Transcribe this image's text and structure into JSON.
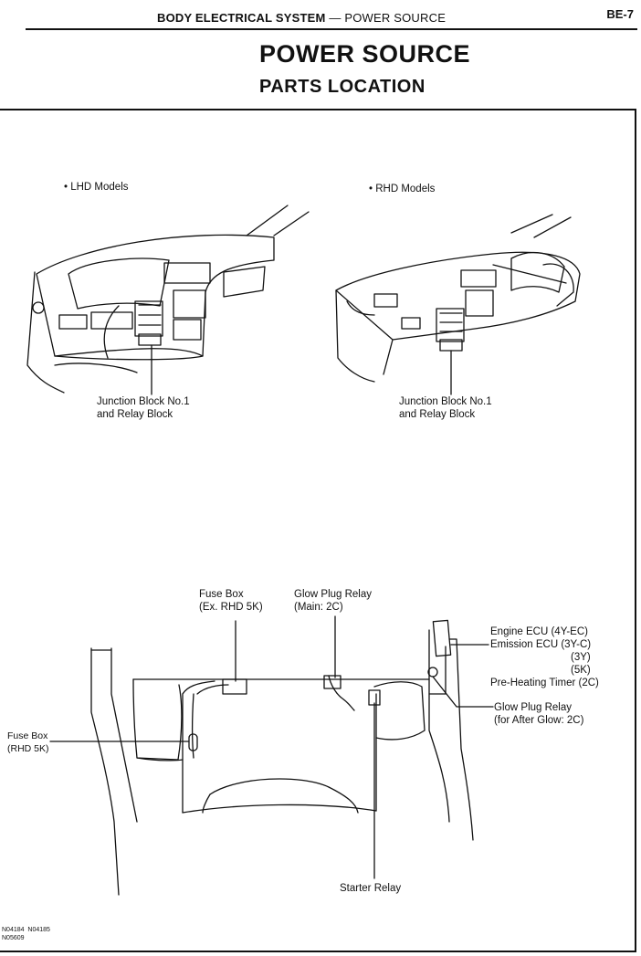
{
  "header": {
    "section": "BODY ELECTRICAL SYSTEM",
    "dash": "—",
    "subsection": "POWER SOURCE",
    "page": "BE-7"
  },
  "title": "POWER SOURCE",
  "subtitle": "PARTS LOCATION",
  "upper": {
    "lhd_label": "• LHD Models",
    "rhd_label": "• RHD Models",
    "lhd_callout": [
      "Junction Block No.1",
      "and Relay Block"
    ],
    "rhd_callout": [
      "Junction Block No.1",
      "and Relay Block"
    ]
  },
  "lower": {
    "fuse_box_top": [
      "Fuse Box",
      "(Ex. RHD 5K)"
    ],
    "glow_plug_relay": [
      "Glow Plug Relay",
      "(Main: 2C)"
    ],
    "engine_ecu": [
      "Engine ECU (4Y-EC)",
      "Emission ECU (3Y-C)",
      "(3Y)",
      "(5K)",
      "Pre-Heating Timer (2C)"
    ],
    "glow_plug_relay_after": [
      "Glow Plug Relay",
      "(for After Glow: 2C)"
    ],
    "fuse_box_left": [
      "Fuse Box",
      "(RHD 5K)"
    ],
    "starter_relay": "Starter Relay"
  },
  "footer_codes": [
    "N04184  N04185",
    "N05609"
  ]
}
